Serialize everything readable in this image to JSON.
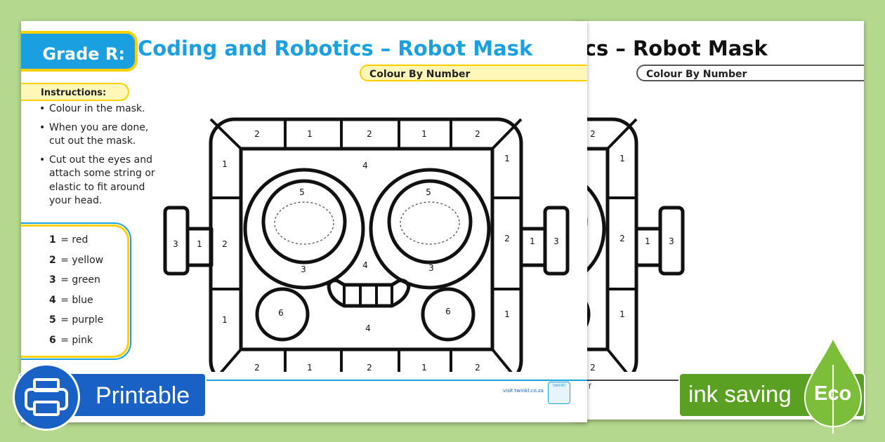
{
  "worksheet": {
    "grade": "Grade R:",
    "title": "Coding and Robotics – Robot Mask",
    "back_title": "tics – Robot Mask",
    "subtitle": "Colour By Number",
    "instructions_heading": "Instructions:",
    "instructions": [
      "Colour in the mask.",
      "When you are done, cut out the mask.",
      "Cut out the eyes and attach some string or elastic to fit around your head."
    ],
    "key": [
      {
        "num": "1",
        "eq": " = ",
        "colour": "red"
      },
      {
        "num": "2",
        "eq": " = ",
        "colour": "yellow"
      },
      {
        "num": "3",
        "eq": " = ",
        "colour": "green"
      },
      {
        "num": "4",
        "eq": " = ",
        "colour": "blue"
      },
      {
        "num": "5",
        "eq": " = ",
        "colour": "purple"
      },
      {
        "num": "6",
        "eq": " = ",
        "colour": "pink"
      }
    ],
    "footer_url": "visit twinkl.co.za",
    "logo_text": "twinkl",
    "back_footer_mark": "f"
  },
  "mask_numbers": {
    "top_frame": [
      "2",
      "1",
      "2",
      "1",
      "2"
    ],
    "bottom_frame": [
      "2",
      "1",
      "2",
      "1",
      "2"
    ],
    "left_frame": [
      "1",
      "2",
      "1"
    ],
    "right_frame": [
      "1",
      "2",
      "1"
    ],
    "ears": {
      "outer": "3",
      "inner": "1"
    },
    "face": "4",
    "eye_ring": "5",
    "eye_outer": "3",
    "cheek": "6"
  },
  "banners": {
    "printable": "Printable",
    "ink_saving": "ink saving",
    "eco": "Eco"
  },
  "colors": {
    "background": "#b4d88e",
    "accent_blue": "#1aa0e0",
    "accent_yellow": "#ffd000",
    "printable_blue": "#1961c4",
    "eco_green": "#5aa023"
  }
}
